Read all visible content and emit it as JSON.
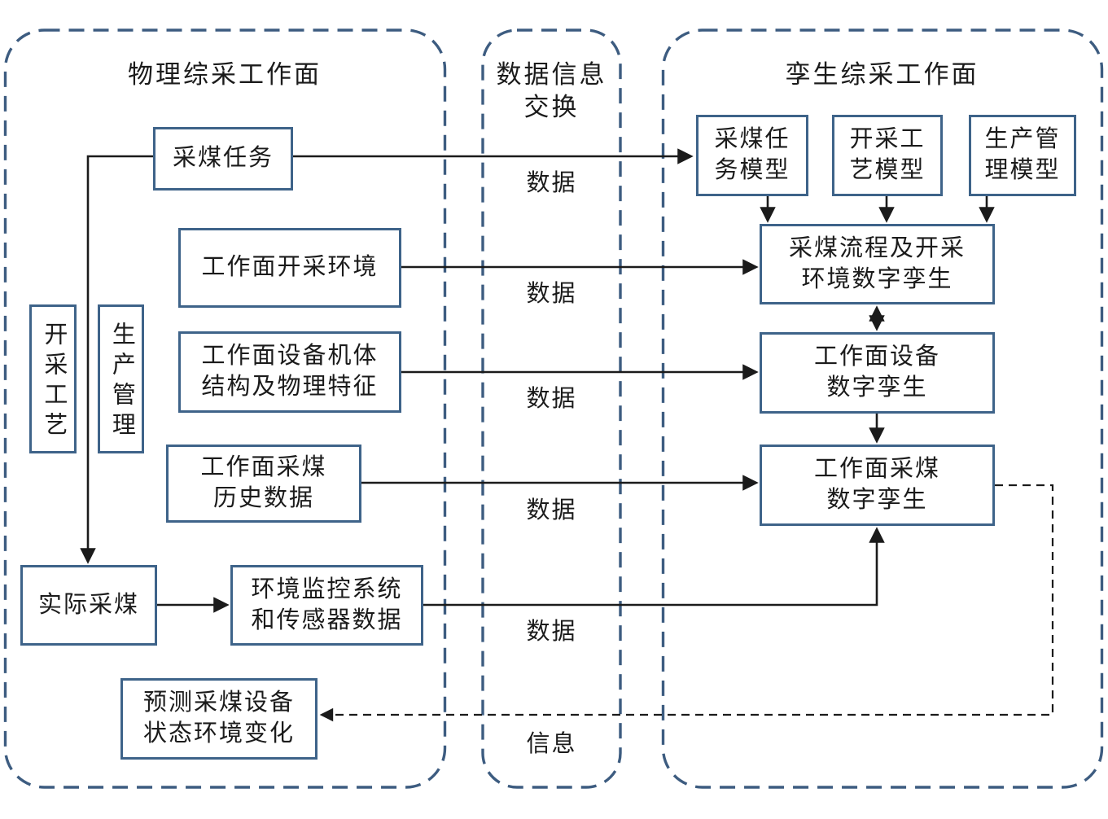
{
  "diagram": {
    "kind": "digital-twin longwall mining face architecture flowchart"
  },
  "colors": {
    "box_border": "#3e6389",
    "container_dash": "#3d5c80",
    "arrow": "#1b1b1b",
    "text": "#1b1b1b",
    "background": "#ffffff"
  },
  "containers": {
    "physical": {
      "title": "物理综采工作面"
    },
    "exchange": {
      "title": "数据信息\n交换"
    },
    "twin": {
      "title": "孪生综采工作面"
    }
  },
  "physical": {
    "mining_task": "采煤任务",
    "mining_environment": "工作面开采环境",
    "equipment_structure": "工作面设备机体\n结构及物理特征",
    "mining_history": "工作面采煤\n历史数据",
    "mining_process": "开采工艺",
    "production_management": "生产管理",
    "actual_mining": "实际采煤",
    "monitoring_sensors": "环境监控系统\n和传感器数据",
    "prediction": "预测采煤设备\n状态环境变化"
  },
  "twin": {
    "task_model": "采煤任\n务模型",
    "process_model": "开采工\n艺模型",
    "management_model": "生产管\n理模型",
    "flow_env_twin": "采煤流程及开采\n环境数字孪生",
    "equipment_twin": "工作面设备\n数字孪生",
    "mining_twin": "工作面采煤\n数字孪生"
  },
  "exchange": {
    "data_labels": [
      "数据",
      "数据",
      "数据",
      "数据",
      "数据"
    ],
    "info_label": "信息"
  }
}
